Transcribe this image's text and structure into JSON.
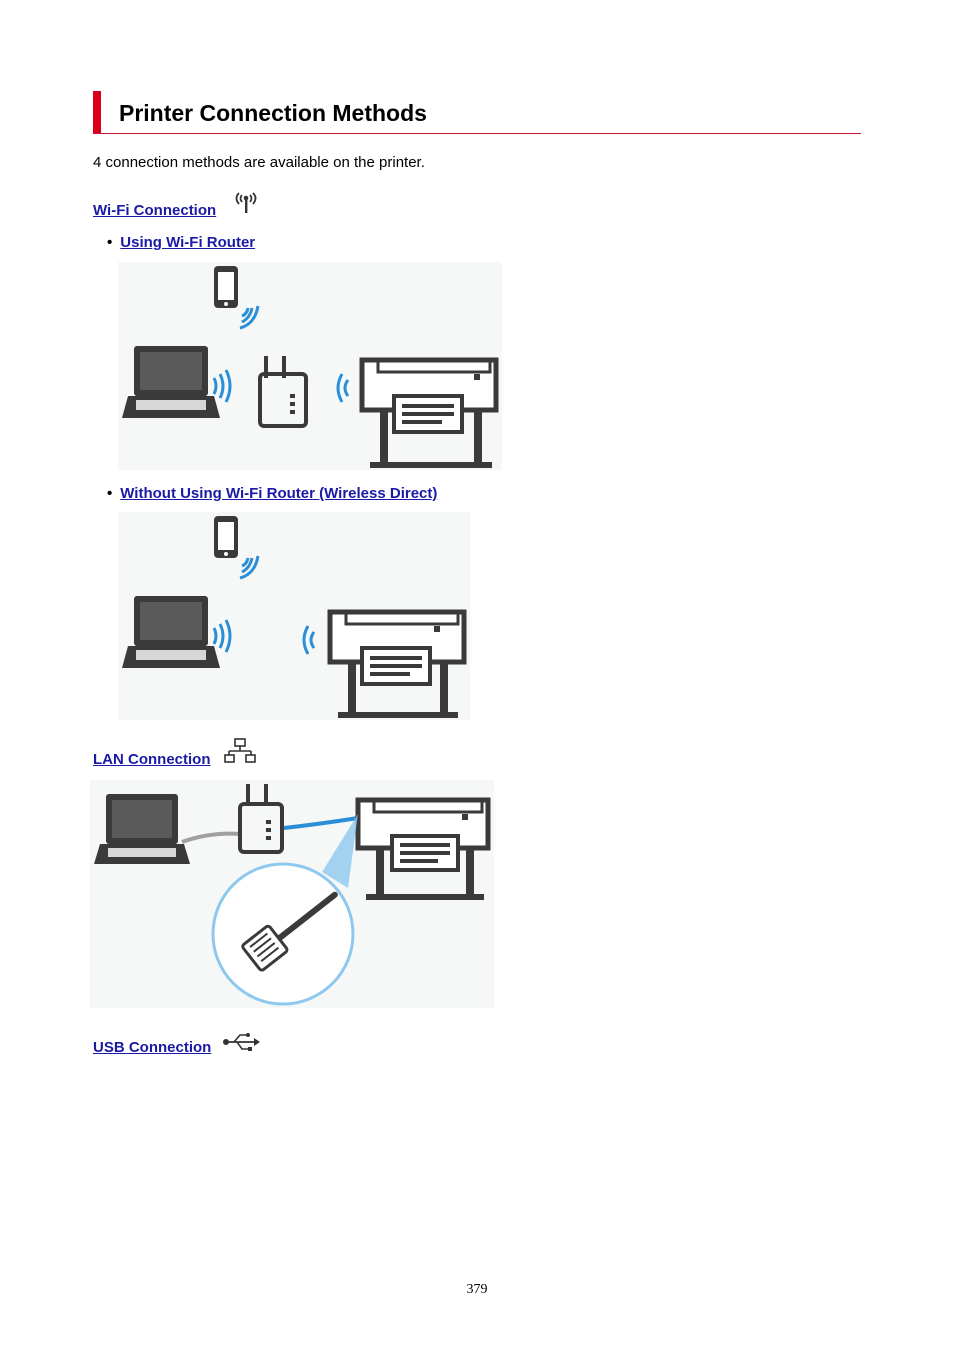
{
  "page": {
    "title": "Printer Connection Methods",
    "intro": "4 connection methods are available on the printer.",
    "page_number": "379"
  },
  "sections": {
    "wifi": {
      "label": "Wi-Fi Connection",
      "icon": "wifi-antenna-icon",
      "items": [
        {
          "label": "Using Wi-Fi Router"
        },
        {
          "label": "Without Using Wi-Fi Router (Wireless Direct)"
        }
      ]
    },
    "lan": {
      "label": "LAN Connection",
      "icon": "network-icon"
    },
    "usb": {
      "label": "USB Connection",
      "icon": "usb-icon"
    }
  },
  "colors": {
    "accent": "#d8001c",
    "link": "#1a1aa6",
    "device": "#3a3a3a",
    "wireless": "#2a8fd6"
  }
}
